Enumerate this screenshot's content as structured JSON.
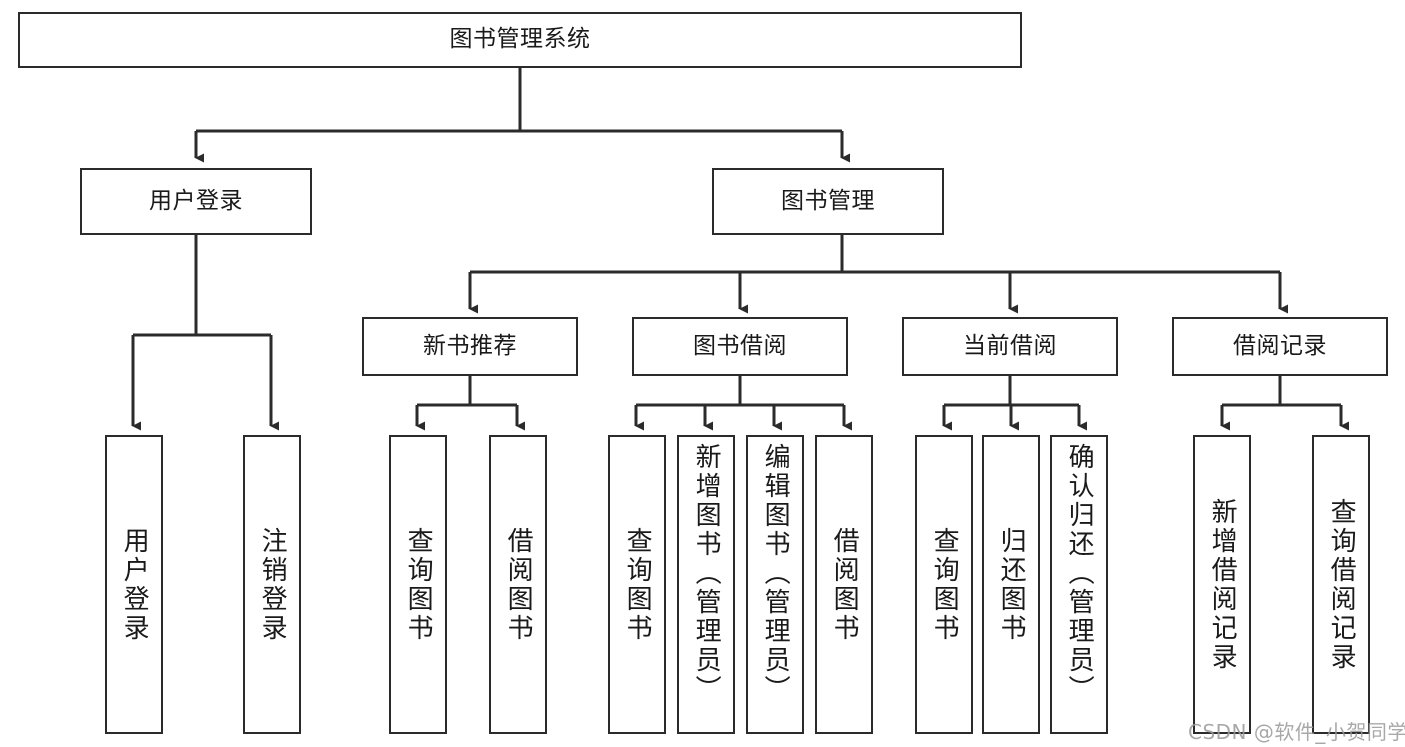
{
  "diagram": {
    "type": "tree-hierarchy",
    "title": "图书管理系统",
    "watermark": "CSDN @软件_小贺同学",
    "colors": {
      "box_border": "#2b2b2b",
      "box_fill": "#ffffff",
      "connector": "#2b2b2b",
      "text": "#1a1a1a",
      "watermark": "#9a9a9a",
      "background": "#ffffff"
    },
    "levels": {
      "root": {
        "label": "图书管理系统"
      },
      "tier2": [
        {
          "label": "用户登录"
        },
        {
          "label": "图书管理"
        }
      ],
      "tier3": [
        {
          "label": "新书推荐"
        },
        {
          "label": "图书借阅"
        },
        {
          "label": "当前借阅"
        },
        {
          "label": "借阅记录"
        }
      ],
      "leaves": {
        "user_login": [
          {
            "label": "用户登录"
          },
          {
            "label": "注销登录"
          }
        ],
        "new_book_recommend": [
          {
            "label": "查询图书"
          },
          {
            "label": "借阅图书"
          }
        ],
        "book_borrow": [
          {
            "label": "查询图书"
          },
          {
            "label": "新增图书（管理员）"
          },
          {
            "label": "编辑图书（管理员）"
          },
          {
            "label": "借阅图书"
          }
        ],
        "current_borrow": [
          {
            "label": "查询图书"
          },
          {
            "label": "归还图书"
          },
          {
            "label": "确认归还（管理员）"
          }
        ],
        "borrow_records": [
          {
            "label": "新增借阅记录"
          },
          {
            "label": "查询借阅记录"
          }
        ]
      }
    }
  }
}
